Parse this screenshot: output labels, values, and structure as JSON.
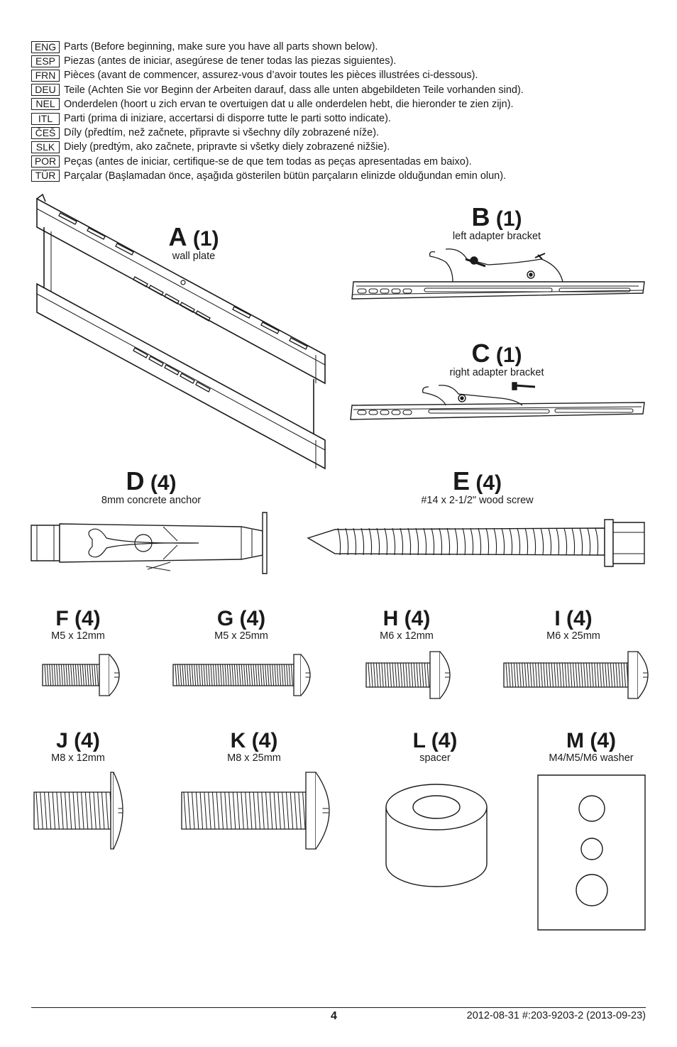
{
  "languages": [
    {
      "code": "ENG",
      "text": "Parts (Before beginning, make sure you have all parts shown below)."
    },
    {
      "code": "ESP",
      "text": "Piezas (antes de iniciar, asegúrese de tener todas las piezas siguientes)."
    },
    {
      "code": "FRN",
      "text": "Pièces (avant de commencer, assurez-vous d’avoir toutes les pièces illustrées ci-dessous)."
    },
    {
      "code": "DEU",
      "text": "Teile (Achten Sie vor Beginn der Arbeiten darauf, dass alle unten abgebildeten Teile vorhanden sind)."
    },
    {
      "code": "NEL",
      "text": "Onderdelen (hoort u zich ervan te overtuigen dat u alle onderdelen hebt, die hieronder te zien zijn)."
    },
    {
      "code": "ITL",
      "text": "Parti (prima di iniziare, accertarsi di disporre tutte le parti sotto indicate)."
    },
    {
      "code": "ČEŠ",
      "text": "Díly (předtím, než začnete, připravte si všechny díly zobrazené níže)."
    },
    {
      "code": "SLK",
      "text": "Diely (predtým, ako začnete, pripravte si všetky diely zobrazené nižšie)."
    },
    {
      "code": "POR",
      "text": "Peças (antes de iniciar, certifique-se de que tem todas as peças apresentadas em baixo)."
    },
    {
      "code": "TÜR",
      "text": "Parçalar (Başlamadan önce, aşağıda gösterilen bütün parçaların elinizde olduğundan emin olun)."
    }
  ],
  "parts": {
    "A": {
      "letter": "A",
      "qty": "(1)",
      "desc": "wall plate"
    },
    "B": {
      "letter": "B",
      "qty": "(1)",
      "desc": "left adapter bracket"
    },
    "C": {
      "letter": "C",
      "qty": "(1)",
      "desc": "right adapter bracket"
    },
    "D": {
      "letter": "D",
      "qty": "(4)",
      "desc": "8mm concrete anchor"
    },
    "E": {
      "letter": "E",
      "qty": "(4)",
      "desc": "#14 x 2-1/2\" wood screw"
    },
    "F": {
      "label": "F (4)",
      "desc": "M5 x 12mm"
    },
    "G": {
      "label": "G (4)",
      "desc": "M5 x 25mm"
    },
    "H": {
      "label": "H (4)",
      "desc": "M6 x 12mm"
    },
    "I": {
      "label": "I (4)",
      "desc": "M6 x 25mm"
    },
    "J": {
      "label": "J (4)",
      "desc": "M8 x 12mm"
    },
    "K": {
      "label": "K (4)",
      "desc": "M8 x 25mm"
    },
    "L": {
      "label": "L (4)",
      "desc": "spacer"
    },
    "M": {
      "label": "M (4)",
      "desc": "M4/M5/M6 washer"
    }
  },
  "footer": {
    "page": "4",
    "doc": "2012-08-31    #:203-9203-2  (2013-09-23)"
  }
}
